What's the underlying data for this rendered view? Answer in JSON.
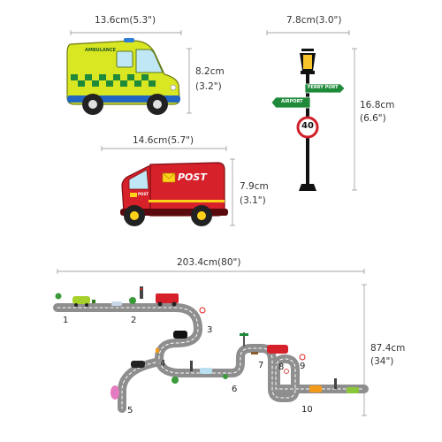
{
  "ambulance": {
    "width": "13.6cm(5.3\")",
    "height_cm": "8.2cm",
    "height_in": "(3.2\")",
    "label": "AMBULANCE"
  },
  "lamppost": {
    "width": "7.8cm(3.0\")",
    "height_cm": "16.8cm",
    "height_in": "(6.6\")",
    "sign_right": "FERRY PORT",
    "sign_left": "AIRPORT",
    "speed": "40"
  },
  "postvan": {
    "width": "14.6cm(5.7\")",
    "height_cm": "7.9cm",
    "height_in": "(3.1\")",
    "label": "POST",
    "small_label": "POST"
  },
  "road": {
    "width": "203.4cm(80\")",
    "height_cm": "87.4cm",
    "height_in": "(34\")",
    "numbers": [
      "1",
      "2",
      "3",
      "4",
      "5",
      "6",
      "7",
      "8",
      "9",
      "10"
    ]
  }
}
